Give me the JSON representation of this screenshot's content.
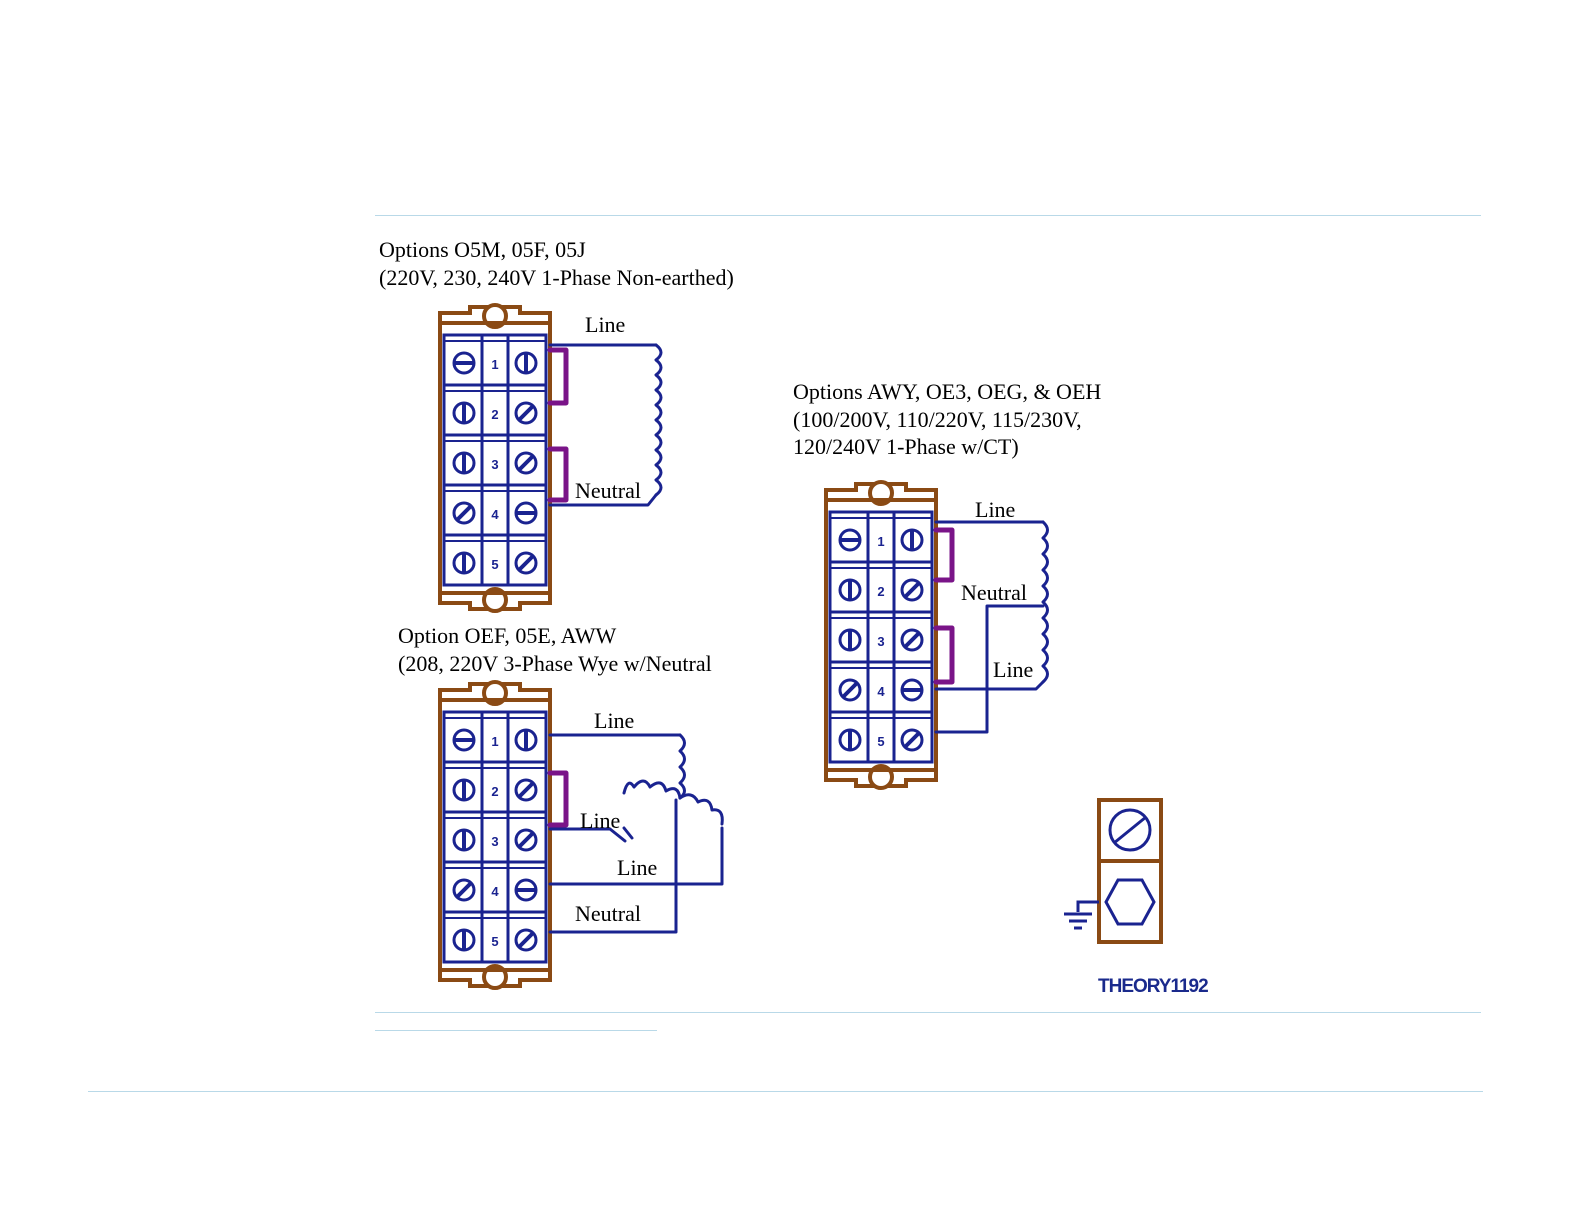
{
  "colors": {
    "terminal_outline": "#8a4a14",
    "wire": "#1a2390",
    "jumper": "#7a1488",
    "rule": "#b9d9e8"
  },
  "diagram_a": {
    "caption_line1": "Options O5M, 05F, 05J",
    "caption_line2": "(220V, 230, 240V 1-Phase Non-earthed)",
    "label_line": "Line",
    "label_neutral": "Neutral",
    "terminals": [
      "1",
      "2",
      "3",
      "4",
      "5"
    ]
  },
  "diagram_b": {
    "caption_line1": "Option OEF, 05E, AWW",
    "caption_line2": "(208, 220V 3-Phase Wye w/Neutral",
    "label_line_1": "Line",
    "label_line_2": "Line",
    "label_line_3": "Line",
    "label_neutral": "Neutral",
    "terminals": [
      "1",
      "2",
      "3",
      "4",
      "5"
    ]
  },
  "diagram_c": {
    "caption_line1": "Options AWY, OE3, OEG, & OEH",
    "caption_line2": "(100/200V, 110/220V, 115/230V,",
    "caption_line3": "120/240V 1-Phase w/CT)",
    "label_line_1": "Line",
    "label_neutral": "Neutral",
    "label_line_2": "Line",
    "terminals": [
      "1",
      "2",
      "3",
      "4",
      "5"
    ]
  },
  "ground_terminal": {
    "icon": "ground-icon"
  },
  "figure_id": "THEORY1192"
}
